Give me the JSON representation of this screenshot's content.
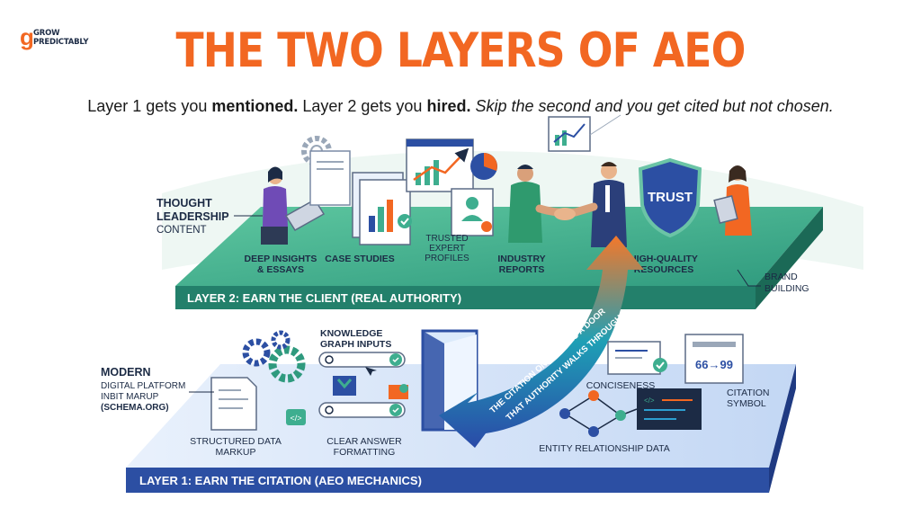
{
  "brand": {
    "logo_mark": "g",
    "logo_line1": "GROW",
    "logo_line2": "PREDICTABLY"
  },
  "title": "THE TWO LAYERS OF AEO",
  "subtitle": {
    "p1": "Layer 1 gets you ",
    "b1": "mentioned.",
    "p2": " Layer 2 gets you ",
    "b2": "hired.",
    "i1": " Skip the second and you get cited but not chosen."
  },
  "layer2": {
    "banner": "LAYER 2: EARN THE CLIENT (REAL AUTHORITY)",
    "side_label": {
      "line1": "THOUGHT",
      "line2": "LEADERSHIP",
      "line3": "CONTENT"
    },
    "brand_label": {
      "line1": "BRAND",
      "line2": "BUILDING"
    },
    "shield_text": "TRUST",
    "items": [
      {
        "line1": "DEEP INSIGHTS",
        "line2": "& ESSAYS"
      },
      {
        "line1": "CASE STUDIES",
        "line2": ""
      },
      {
        "line1": "TRUSTED",
        "line2": "EXPERT",
        "line3": "PROFILES"
      },
      {
        "line1": "INDUSTRY",
        "line2": "REPORTS"
      },
      {
        "line1": "HIGH-QUALITY",
        "line2": "RESOURCES"
      }
    ]
  },
  "layer1": {
    "banner": "LAYER 1: EARN THE CITATION (AEO MECHANICS)",
    "side_label": {
      "line1": "MODERN",
      "line2": "DIGITAL PLATFORM",
      "line3": "INBIT MARUP",
      "line4": "(SCHEMA.ORG)"
    },
    "kg_label": {
      "line1": "KNOWLEDGE",
      "line2": "GRAPH INPUTS"
    },
    "items": [
      {
        "line1": "STRUCTURED DATA",
        "line2": "MARKUP"
      },
      {
        "line1": "CLEAR ANSWER",
        "line2": "FORMATTING"
      },
      {
        "line1": "CONCISENESS",
        "line2": ""
      },
      {
        "line1": "CITATION",
        "line2": "SYMBOL"
      },
      {
        "line1": "ENTITY RELATIONSHIP DATA",
        "line2": ""
      }
    ],
    "citation_glyph": "66→99",
    "code_glyph": "</>"
  },
  "arrow": {
    "line1": "THE CITATION ONLY OPENS A DOOR",
    "line2": "THAT AUTHORITY WALKS THROUGH"
  },
  "chart_data": {
    "type": "diagram",
    "layers": [
      {
        "name": "LAYER 2: EARN THE CLIENT (REAL AUTHORITY)",
        "color": "#3eae8f"
      },
      {
        "name": "LAYER 1: EARN THE CITATION (AEO MECHANICS)",
        "color": "#2c4fa3"
      }
    ]
  },
  "colors": {
    "accent": "#f26722",
    "layer2": "#3eae8f",
    "layer2_dark": "#23806b",
    "layer1": "#cfe0f7",
    "layer1_dark": "#2c4fa3",
    "navy": "#1c2b45"
  }
}
